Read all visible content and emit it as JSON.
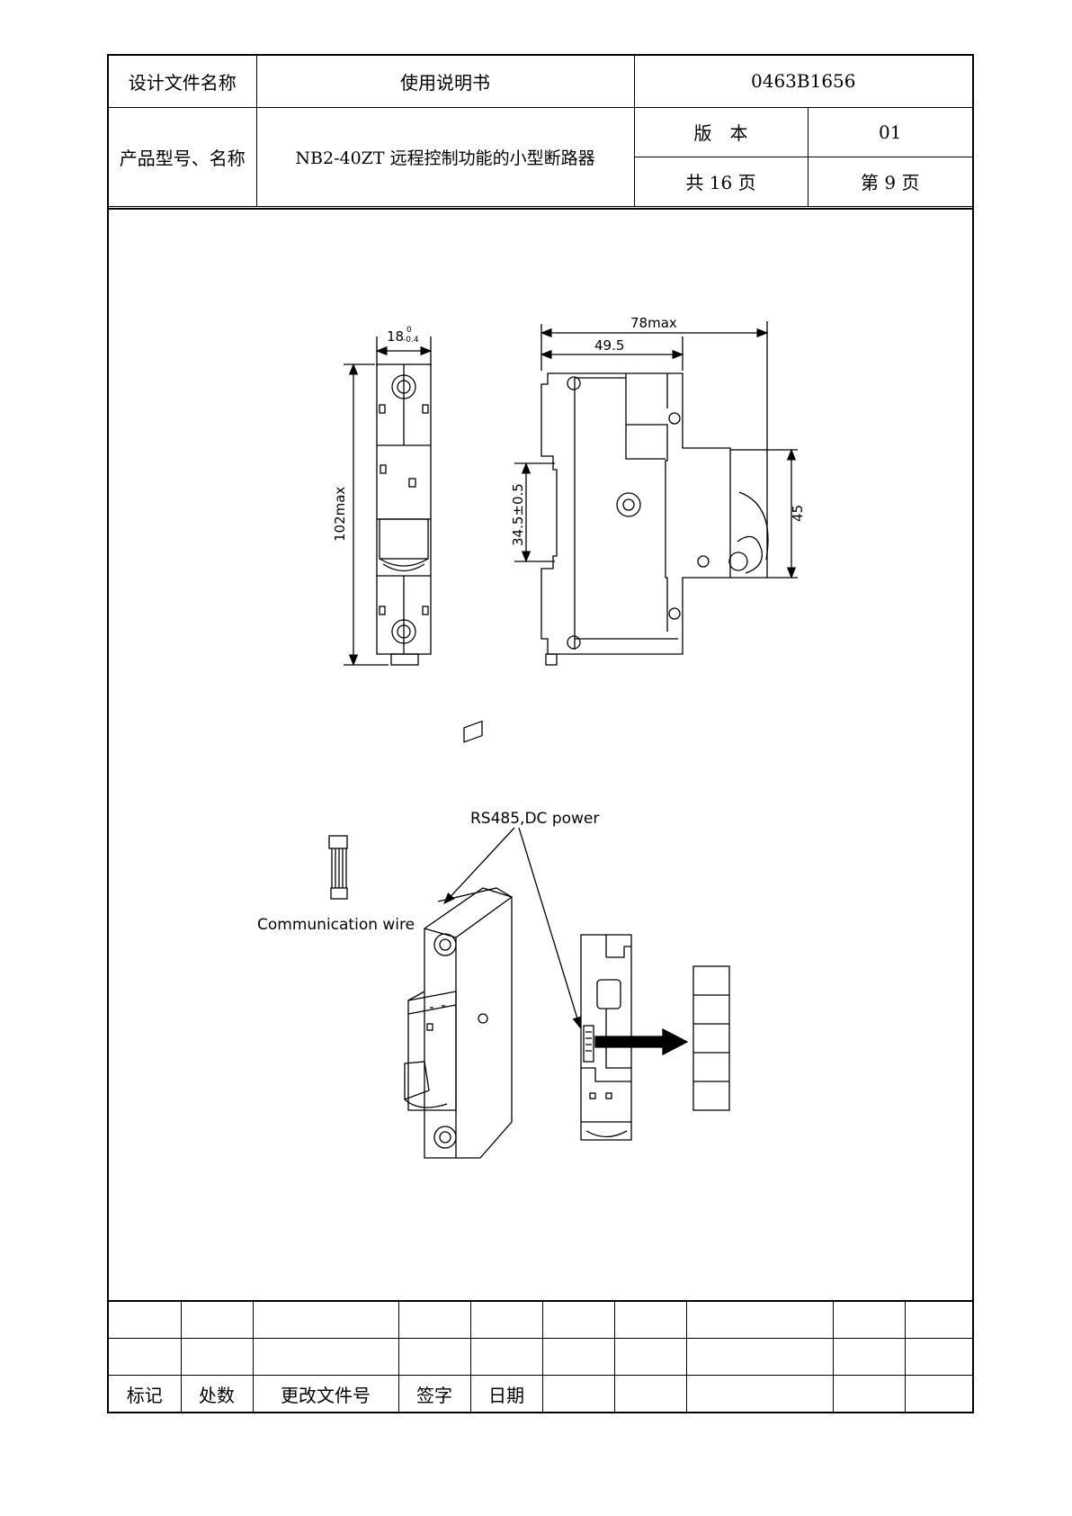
{
  "header": {
    "doc_name_label": "设计文件名称",
    "doc_name_value": "使用说明书",
    "doc_number": "0463B1656",
    "product_label": "产品型号、名称",
    "product_value": "NB2-40ZT 远程控制功能的小型断路器",
    "version_label": "版　本",
    "version_value": "01",
    "total_pages": "共 16 页",
    "current_page": "第 9 页"
  },
  "drawing": {
    "dim_width_front": "18",
    "dim_tol_upper": "0",
    "dim_tol_lower": "-0.4",
    "dim_height": "102max",
    "dim_total_depth": "78max",
    "dim_depth": "49.5",
    "dim_rail": "34.5±0.5",
    "dim_45": "45",
    "label_rs485": "RS485,DC power",
    "label_comm_wire": "Communication wire"
  },
  "revision": {
    "col_mark": "标记",
    "col_count": "处数",
    "col_doc": "更改文件号",
    "col_sign": "签字",
    "col_date": "日期"
  }
}
